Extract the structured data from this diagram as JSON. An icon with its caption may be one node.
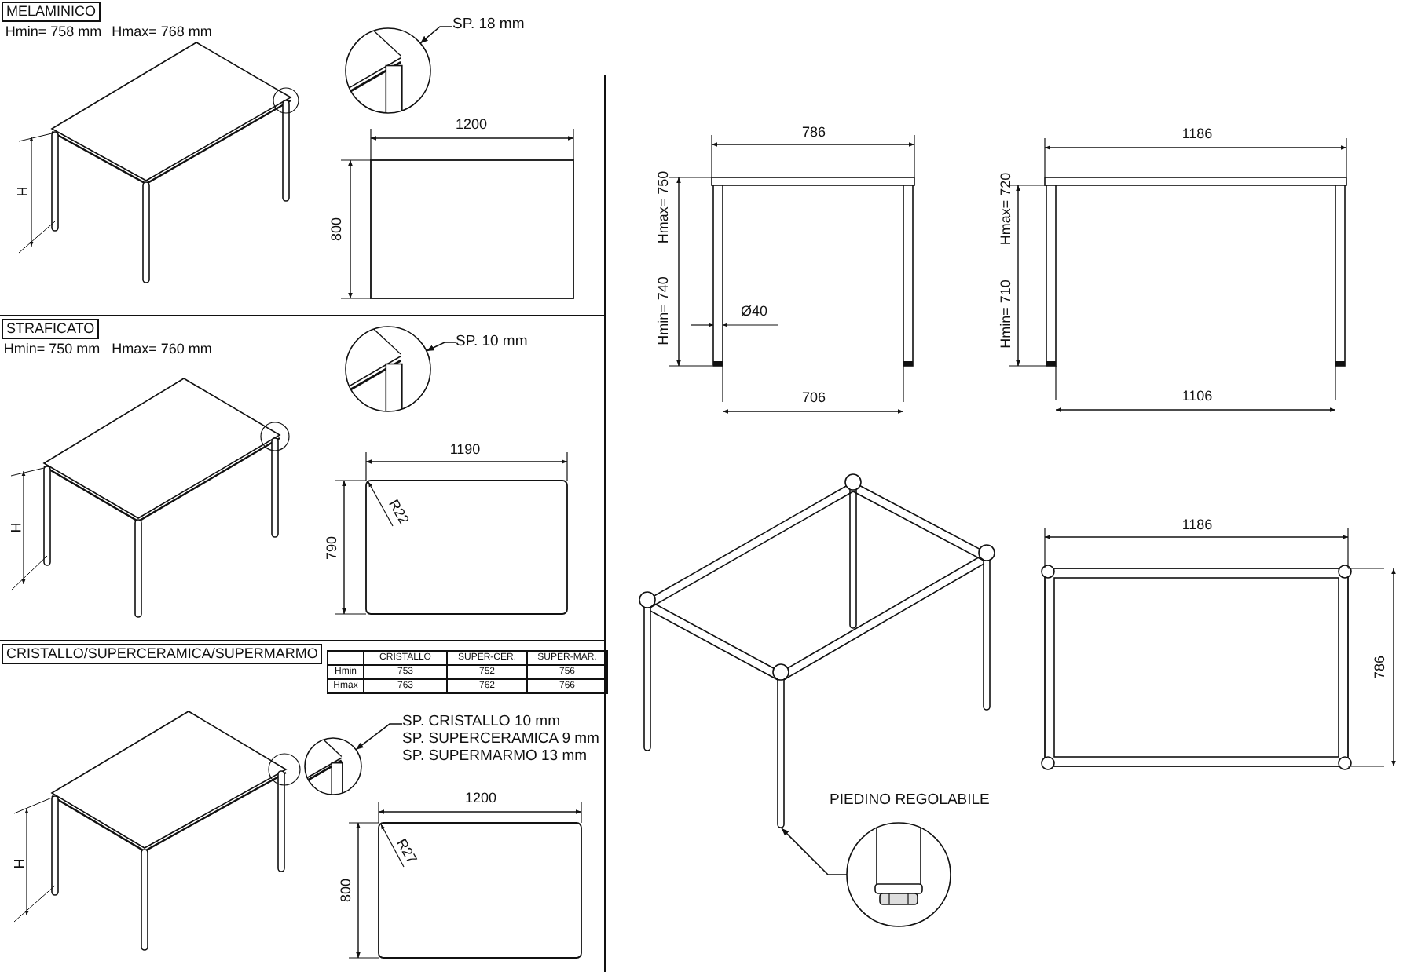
{
  "diagram": {
    "nodes": [
      {
        "text": [],
        "shape": "picture"
      },
      {
        "text": [
          "SP. 18 mm"
        ]
      },
      {
        "text": [],
        "shape": "picture"
      },
      {
        "text": [
          "SP. 10 mm"
        ]
      },
      {
        "text": [],
        "shape": "picture"
      },
      {
        "text": [
          "SP. CRISTALLO 10 mm",
          "SP. SUPERCERAMICA 9 mm",
          "SP. SUPERMARMO 13 mm"
        ]
      },
      {
        "text": [],
        "shape": "picture"
      },
      {
        "text": [
          "PIEDINO REGOLABILE"
        ]
      }
    ],
    "edges": [
      {
        "from": 1,
        "to": 0,
        "arrow": "to"
      },
      {
        "from": 3,
        "to": 2,
        "arrow": "to"
      },
      {
        "from": 5,
        "to": 4,
        "arrow": "to"
      },
      {
        "from": 7,
        "to": 6,
        "arrow": "to"
      }
    ],
    "labels": [
      "MELAMINICO",
      "Hmin= 758 mm",
      "Hmax= 768 mm",
      "H",
      "1200",
      "800",
      "STRAFICATO",
      "Hmin= 750 mm",
      "Hmax= 760 mm",
      "H",
      "1190",
      "R22",
      "790",
      "CRISTALLO/SUPERCERAMICA/SUPERMARMO",
      "CRISTALLO",
      "SUPER-CER.",
      "SUPER-MAR.",
      "Hmin",
      "753",
      "752",
      "756",
      "Hmax",
      "763",
      "762",
      "766",
      "H",
      "1200",
      "R27",
      "800",
      "786",
      "Hmin= 740",
      "Hmax= 750",
      "Ø40",
      "706",
      "1186",
      "Hmin= 710",
      "Hmax= 720",
      "1106",
      "1186",
      "786"
    ]
  }
}
